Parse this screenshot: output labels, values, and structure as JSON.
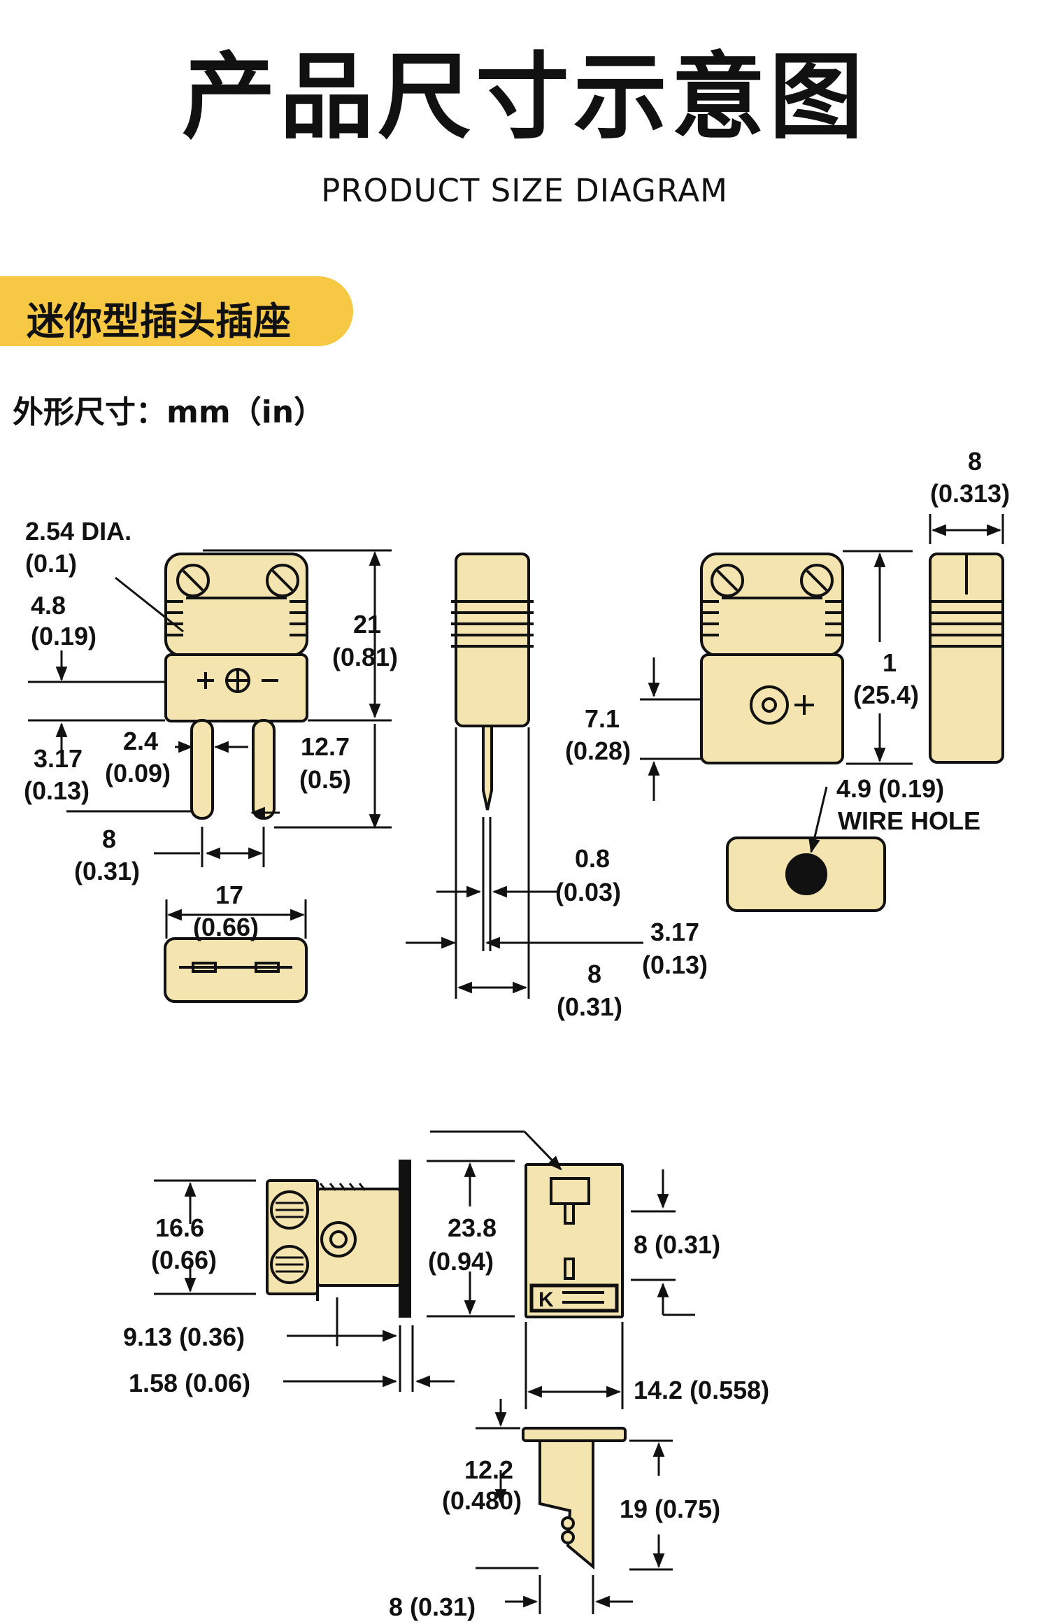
{
  "header": {
    "title": "产品尺寸示意图",
    "subtitle": "PRODUCT SIZE DIAGRAM"
  },
  "section": {
    "label": "迷你型插头插座",
    "units": "外形尺寸：mm（in）"
  },
  "colors": {
    "body_fill": "#f3e4b0",
    "stroke": "#111111",
    "accent": "#f6c843"
  },
  "plug": {
    "pin_dia": "2.54 DIA.",
    "pin_dia_in": "(0.1)",
    "d4_8": "4.8",
    "d4_8_in": "(0.19)",
    "d21": "21",
    "d21_in": "(0.81)",
    "d3_17": "3.17",
    "d3_17_in": "(0.13)",
    "d2_4": "2.4",
    "d2_4_in": "(0.09)",
    "d12_7": "12.7",
    "d12_7_in": "(0.5)",
    "d8": "8",
    "d8_in": "(0.31)",
    "d17": "17",
    "d17_in": "(0.66)",
    "polarity": "+⊕−"
  },
  "side": {
    "d0_8": "0.8",
    "d0_8_in": "(0.03)",
    "d3_17": "3.17",
    "d3_17_in": "(0.13)",
    "d8": "8",
    "d8_in": "(0.31)"
  },
  "jack": {
    "d8": "8",
    "d8_in": "(0.313)",
    "d1": "1",
    "d1_in": "(25.4)",
    "d7_1": "7.1",
    "d7_1_in": "(0.28)",
    "wire_hole_dim": "4.9 (0.19)",
    "wire_hole_label": "WIRE HOLE",
    "plus": "+"
  },
  "panel": {
    "d16_6": "16.6",
    "d16_6_in": "(0.66)",
    "d23_8": "23.8",
    "d23_8_in": "(0.94)",
    "d8": "8 (0.31)",
    "d9_13": "9.13 (0.36)",
    "d1_58": "1.58 (0.06)",
    "d14_2": "14.2 (0.558)",
    "d12_2": "12.2",
    "d12_2_in": "(0.480)",
    "d19": "19 (0.75)",
    "d8_bottom": "8 (0.31)",
    "k_label": "K"
  }
}
